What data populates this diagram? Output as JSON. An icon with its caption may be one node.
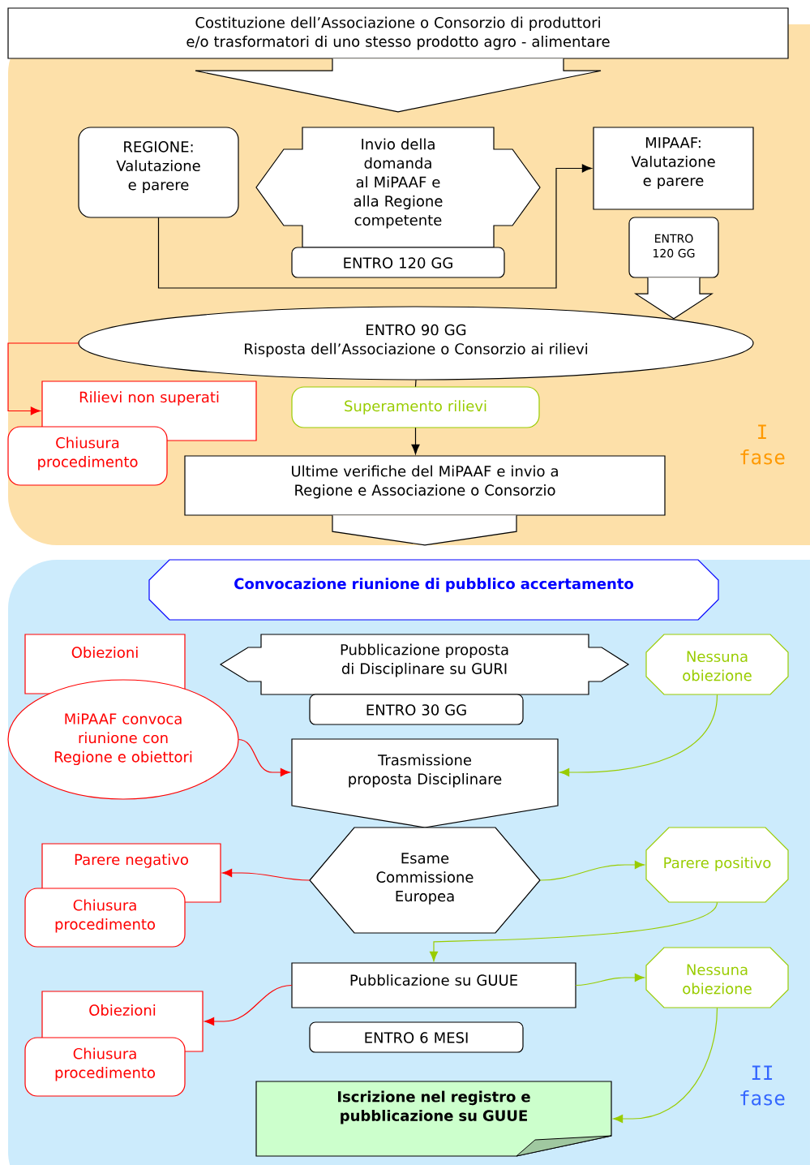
{
  "diagram": {
    "nodes": [
      {
        "text": [
          "I fase"
        ]
      },
      {
        "text": [
          "Costituzione dell’Associazione o Consorzio di produttori e/o trasformatori di uno stesso prodotto agro - alimentare"
        ]
      },
      {
        "text": [
          "REGIONE: Valutazione e parere"
        ],
        "in": 0
      },
      {
        "text": [
          "Invio della domanda al MiPAAF e alla Regione competente"
        ],
        "in": 0
      },
      {
        "text": [
          "ENTRO 120 GG"
        ],
        "in": 0
      },
      {
        "text": [
          "MIPAAF: Valutazione e parere"
        ],
        "in": 0
      },
      {
        "text": [
          "ENTRO 120 GG"
        ],
        "in": 0
      },
      {
        "text": [
          "ENTRO 90 GG",
          "Risposta dell’Associazione o Consorzio ai rilievi"
        ],
        "in": 0
      },
      {
        "text": [
          "Rilievi non superati"
        ],
        "in": 0
      },
      {
        "text": [
          "Chiusura procedimento"
        ],
        "in": 0
      },
      {
        "text": [
          "Superamento rilievi"
        ],
        "in": 0
      },
      {
        "text": [
          "Ultime verifiche del MiPAAF e invio a Regione e Associazione o Consorzio"
        ],
        "in": 0
      },
      {
        "text": [
          "II fase"
        ]
      },
      {
        "text": [
          "Convocazione riunione di pubblico accertamento"
        ],
        "in": 12
      },
      {
        "text": [
          "Obiezioni"
        ],
        "in": 12
      },
      {
        "text": [
          "MiPAAF convoca riunione con Regione e obiettori"
        ],
        "in": 12
      },
      {
        "text": [
          "Pubblicazione proposta di Disciplinare su GURI"
        ],
        "in": 12
      },
      {
        "text": [
          "ENTRO 30 GG"
        ],
        "in": 12
      },
      {
        "text": [
          "Nessuna obiezione"
        ],
        "in": 12
      },
      {
        "text": [
          "Trasmissione proposta Disciplinare"
        ],
        "in": 12
      },
      {
        "text": [
          "Parere negativo"
        ],
        "in": 12
      },
      {
        "text": [
          "Chiusura procedimento"
        ],
        "in": 12
      },
      {
        "text": [
          "Esame Commissione Europea"
        ],
        "in": 12
      },
      {
        "text": [
          "Parere positivo"
        ],
        "in": 12
      },
      {
        "text": [
          "Pubblicazione su GUUE"
        ],
        "in": 12
      },
      {
        "text": [
          "Nessuna obiezione"
        ],
        "in": 12
      },
      {
        "text": [
          "Obiezioni"
        ],
        "in": 12
      },
      {
        "text": [
          "Chiusura procedimento"
        ],
        "in": 12
      },
      {
        "text": [
          "ENTRO 6 MESI"
        ],
        "in": 12
      },
      {
        "text": [
          "Iscrizione nel registro e pubblicazione su GUUE"
        ],
        "in": 12
      }
    ],
    "edges": [
      {
        "from": 1,
        "to": 3,
        "arrow": "to",
        "color": "#000000"
      },
      {
        "from": 2,
        "to": 5,
        "arrow": "to",
        "color": "#000000"
      },
      {
        "from": 6,
        "to": 7,
        "arrow": "to",
        "color": "#000000"
      },
      {
        "from": 7,
        "to": 8,
        "arrow": "to",
        "color": "#ff0000"
      },
      {
        "from": 7,
        "to": 10,
        "arrow": "none",
        "color": "#000000"
      },
      {
        "from": 10,
        "to": 11,
        "arrow": "to",
        "color": "#000000"
      },
      {
        "from": 11,
        "to": 13,
        "arrow": "to",
        "color": "#000000"
      },
      {
        "from": 15,
        "to": 19,
        "arrow": "to",
        "color": "#ff0000"
      },
      {
        "from": 18,
        "to": 19,
        "arrow": "to",
        "color": "#99cc00"
      },
      {
        "from": 22,
        "to": 20,
        "arrow": "to",
        "color": "#ff0000"
      },
      {
        "from": 22,
        "to": 23,
        "arrow": "to",
        "color": "#99cc00"
      },
      {
        "from": 23,
        "to": 24,
        "arrow": "to",
        "color": "#99cc00"
      },
      {
        "from": 24,
        "to": 26,
        "arrow": "to",
        "color": "#ff0000"
      },
      {
        "from": 24,
        "to": 25,
        "arrow": "to",
        "color": "#99cc00"
      },
      {
        "from": 25,
        "to": 29,
        "arrow": "to",
        "color": "#99cc00"
      }
    ]
  }
}
